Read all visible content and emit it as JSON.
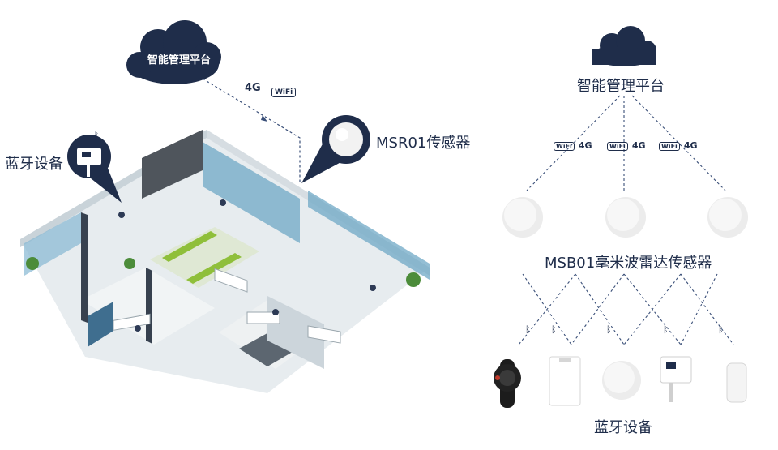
{
  "left": {
    "cloud_label": "智能管理平台",
    "network_4g": "4G",
    "network_wifi": "WiFi",
    "sensor_label": "MSR01传感器",
    "bluetooth_label": "蓝牙设备"
  },
  "right": {
    "cloud_label": "智能管理平台",
    "links": [
      {
        "wifi": "WiFi",
        "g4": "4G"
      },
      {
        "wifi": "WiFi",
        "g4": "4G"
      },
      {
        "wifi": "WiFi",
        "g4": "4G"
      }
    ],
    "sensor_label": "MSB01毫米波雷达传感器",
    "bluetooth_label": "蓝牙设备"
  },
  "colors": {
    "navy": "#1f2d4a",
    "cloud": "#1f2d4a",
    "dash": "#3a4f78"
  }
}
